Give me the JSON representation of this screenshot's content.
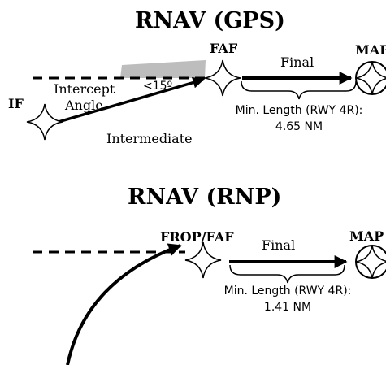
{
  "gps": {
    "title": "RNAV (GPS)",
    "faf": "FAF",
    "map": "MAP",
    "if": "IF",
    "final": "Final",
    "intercept_line1": "Intercept",
    "intercept_line2": "Angle",
    "angle": "<15º",
    "intermediate": "Intermediate",
    "minlen_line1": "Min. Length (RWY 4R):",
    "minlen_line2": "4.65 NM"
  },
  "rnp": {
    "title": "RNAV (RNP)",
    "frop": "FROP/FAF",
    "map": "MAP",
    "final": "Final",
    "minlen_line1": "Min. Length (RWY 4R):",
    "minlen_line2": "1.41 NM"
  },
  "colors": {
    "ink": "#000000",
    "angle_fill": "#bdbdbd"
  }
}
